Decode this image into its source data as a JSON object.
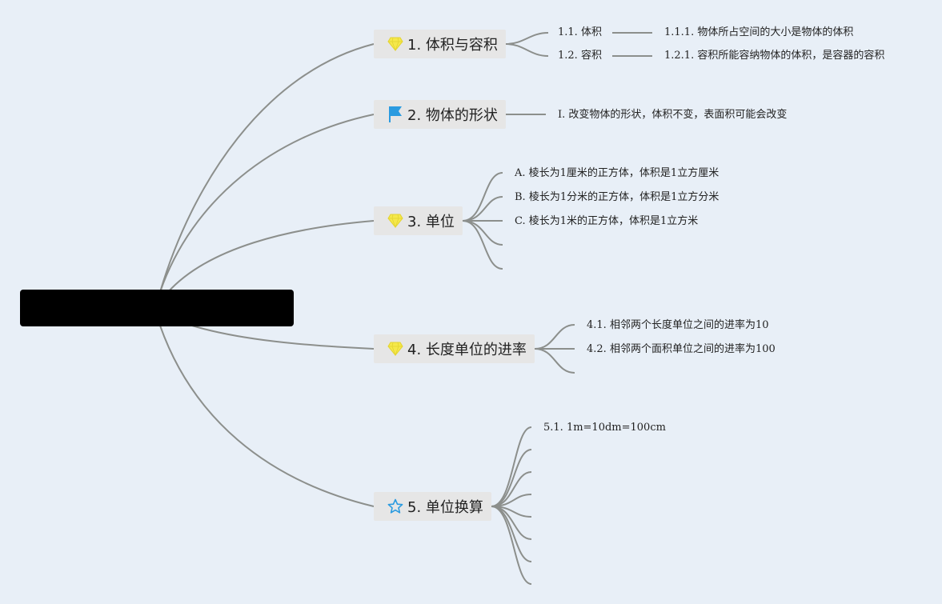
{
  "mindmap": {
    "central": {
      "label": ""
    },
    "topics": [
      {
        "label": "1. 体积与容积",
        "icon": "diamond-icon",
        "children": [
          {
            "label": "1.1. 体积",
            "children": [
              {
                "label": "1.1.1. 物体所占空间的大小是物体的体积"
              }
            ]
          },
          {
            "label": "1.2. 容积",
            "children": [
              {
                "label": "1.2.1. 容积所能容纳物体的体积，是容器的容积"
              }
            ]
          }
        ]
      },
      {
        "label": "2. 物体的形状",
        "icon": "flag-icon",
        "children": [
          {
            "label": "I. 改变物体的形状，体积不变，表面积可能会改变"
          }
        ]
      },
      {
        "label": "3. 单位",
        "icon": "diamond-icon",
        "children": [
          {
            "label": "A. 棱长为1厘米的正方体，体积是1立方厘米"
          },
          {
            "label": "B. 棱长为1分米的正方体，体积是1立方分米"
          },
          {
            "label": "C. 棱长为1米的正方体，体积是1立方米"
          },
          {
            "label": ""
          },
          {
            "label": ""
          }
        ]
      },
      {
        "label": "4. 长度单位的进率",
        "icon": "diamond-icon",
        "children": [
          {
            "label": "4.1. 相邻两个长度单位之间的进率为10"
          },
          {
            "label": "4.2. 相邻两个面积单位之间的进率为100"
          },
          {
            "label": ""
          }
        ]
      },
      {
        "label": "5. 单位换算",
        "icon": "star-icon",
        "children": [
          {
            "label": "5.1. 1m=10dm=100cm"
          },
          {
            "label": ""
          },
          {
            "label": ""
          },
          {
            "label": ""
          },
          {
            "label": ""
          },
          {
            "label": ""
          },
          {
            "label": ""
          },
          {
            "label": ""
          }
        ]
      }
    ]
  },
  "colors": {
    "background": "#e8eff7",
    "topic_fill": "#e6e6e6",
    "connector": "#8c8f8c",
    "diamond": "#f5e84a",
    "flag": "#2b9be0",
    "star": "#2b9be0"
  }
}
